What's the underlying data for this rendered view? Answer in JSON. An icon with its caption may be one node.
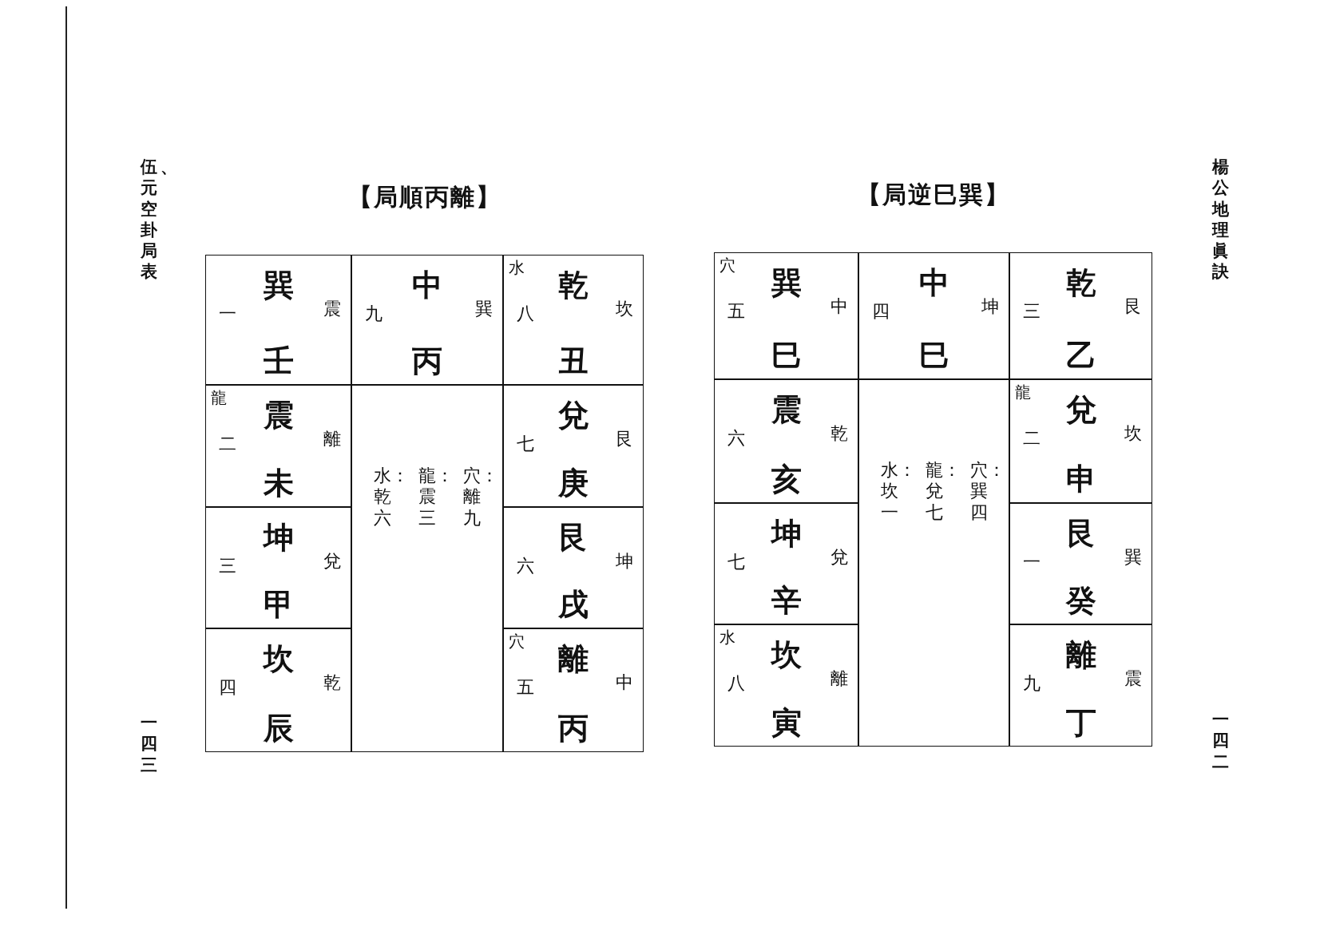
{
  "diagram": {
    "nodes": [
      {
        "text": [
          "【局順丙離】"
        ]
      },
      {
        "text": [
          "巽",
          "一",
          "震",
          "壬"
        ],
        "in": 0
      },
      {
        "text": [
          "中",
          "九",
          "巽",
          "丙"
        ],
        "in": 0
      },
      {
        "text": [
          "水",
          "乾",
          "八",
          "坎",
          "丑"
        ],
        "in": 0
      },
      {
        "text": [
          "龍",
          "震",
          "二",
          "離",
          "未"
        ],
        "in": 0
      },
      {
        "text": [
          "水：乾六",
          "龍：震三",
          "穴：離九"
        ],
        "in": 0
      },
      {
        "text": [
          "兌",
          "七",
          "艮",
          "庚"
        ],
        "in": 0
      },
      {
        "text": [
          "坤",
          "三",
          "兌",
          "甲"
        ],
        "in": 0
      },
      {
        "text": [
          "艮",
          "六",
          "坤",
          "戌"
        ],
        "in": 0
      },
      {
        "text": [
          "坎",
          "四",
          "乾",
          "辰"
        ],
        "in": 0
      },
      {
        "text": [
          "穴",
          "離",
          "五",
          "中",
          "丙"
        ],
        "in": 0
      },
      {
        "text": [
          "【局逆巳巽】"
        ]
      },
      {
        "text": [
          "穴",
          "巽",
          "五",
          "中",
          "巳"
        ],
        "in": 11
      },
      {
        "text": [
          "中",
          "四",
          "坤",
          "巳"
        ],
        "in": 11
      },
      {
        "text": [
          "乾",
          "三",
          "艮",
          "乙"
        ],
        "in": 11
      },
      {
        "text": [
          "震",
          "六",
          "乾",
          "亥"
        ],
        "in": 11
      },
      {
        "text": [
          "水：坎一",
          "龍：兌七",
          "穴：巽四"
        ],
        "in": 11
      },
      {
        "text": [
          "龍",
          "兌",
          "二",
          "坎",
          "申"
        ],
        "in": 11
      },
      {
        "text": [
          "坤",
          "七",
          "兌",
          "辛"
        ],
        "in": 11
      },
      {
        "text": [
          "艮",
          "一",
          "巽",
          "癸"
        ],
        "in": 11
      },
      {
        "text": [
          "水",
          "坎",
          "八",
          "離",
          "寅"
        ],
        "in": 11
      },
      {
        "text": [
          "離",
          "九",
          "震",
          "丁"
        ],
        "in": 11
      }
    ],
    "edges": [],
    "labels": [
      "伍、元空卦局表",
      "一四三",
      "楊公地理眞訣",
      "一四二"
    ]
  }
}
